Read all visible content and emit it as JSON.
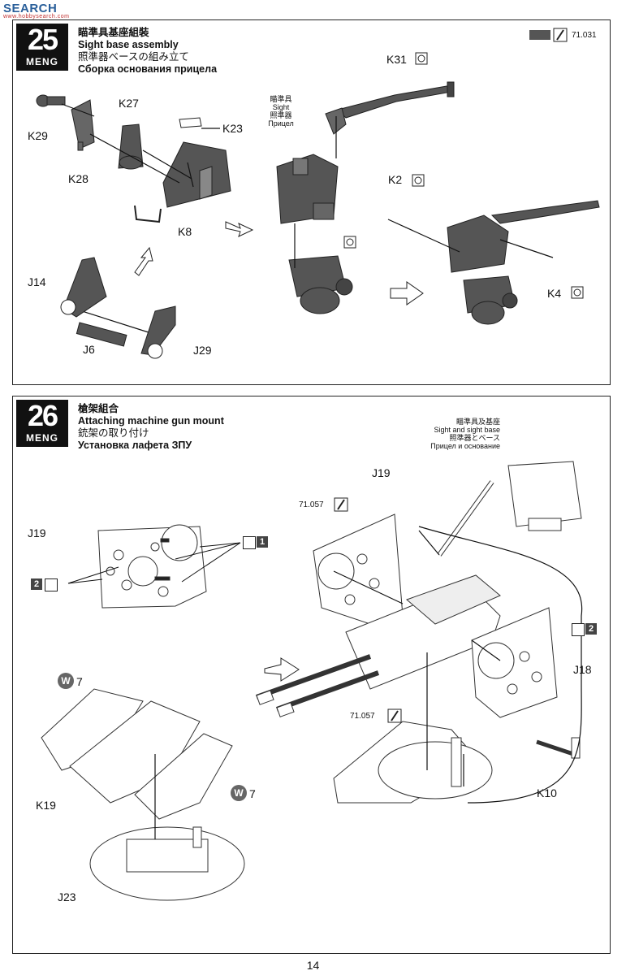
{
  "watermark": {
    "text": "SEARCH",
    "sub": "www.hobbysearch.com"
  },
  "step25": {
    "number": "25",
    "brand": "MENG",
    "title_zh": "瞄準具基座組裝",
    "title_en": "Sight base assembly",
    "title_ja": "照準器ベースの組み立て",
    "title_ru": "Сборка основания прицела",
    "paint_code": "71.031",
    "sight_label": {
      "zh": "瞄準具",
      "en": "Sight",
      "ja": "照準器",
      "ru": "Прицел"
    },
    "labels": {
      "k29": "K29",
      "k27": "K27",
      "k28": "K28",
      "k23": "K23",
      "k8": "K8",
      "k31": "K31",
      "k2": "K2",
      "k4": "K4",
      "j14": "J14",
      "j6": "J6",
      "j29": "J29"
    }
  },
  "step26": {
    "number": "26",
    "brand": "MENG",
    "title_zh": "槍架組合",
    "title_en": "Attaching machine gun mount",
    "title_ja": "銃架の取り付け",
    "title_ru": "Установка лафета ЗПУ",
    "sight_base_label": {
      "zh": "瞄準具及基座",
      "en": "Sight and sight base",
      "ja": "照準器とベース",
      "ru": "Прицел и основание"
    },
    "paint_code_1": "71.057",
    "paint_code_2": "71.057",
    "decal_1": "1",
    "decal_2": "2",
    "decal_2b": "2",
    "w_badge": "W",
    "w_num_1": "7",
    "w_num_2": "7",
    "labels": {
      "j19a": "J19",
      "j19b": "J19",
      "j18": "J18",
      "k10": "K10",
      "k19": "K19",
      "j23": "J23"
    }
  },
  "page_number": "14"
}
